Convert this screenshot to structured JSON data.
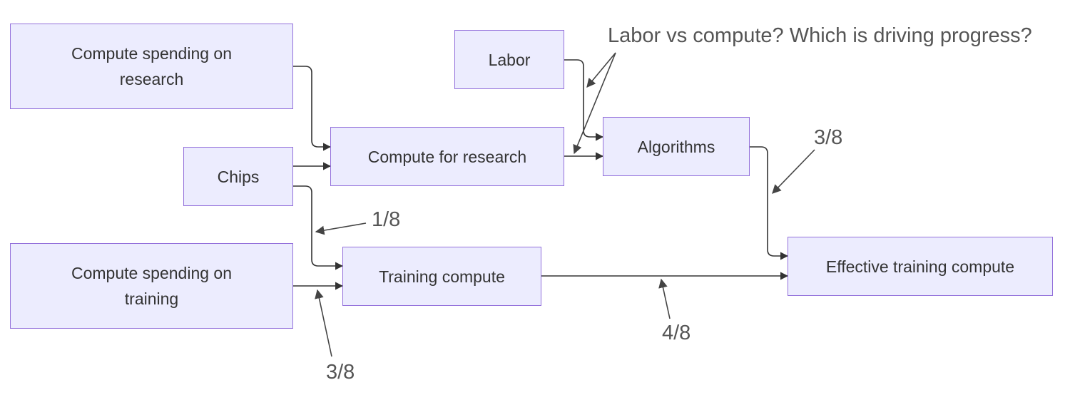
{
  "nodes": {
    "compute_spending_research": "Compute spending on research",
    "chips": "Chips",
    "compute_spending_training": "Compute spending on training",
    "labor": "Labor",
    "compute_for_research": "Compute for research",
    "training_compute": "Training compute",
    "algorithms": "Algorithms",
    "effective_training_compute": "Effective training compute"
  },
  "annotations": {
    "question": "Labor vs compute? Which is driving progress?",
    "chips_to_training": "1/8",
    "spending_to_training": "3/8",
    "training_to_effective": "4/8",
    "algorithms_to_effective": "3/8"
  },
  "colors": {
    "node_fill": "#ececfe",
    "node_border": "#9370db",
    "edge": "#333333",
    "annotation_text": "#555555"
  }
}
